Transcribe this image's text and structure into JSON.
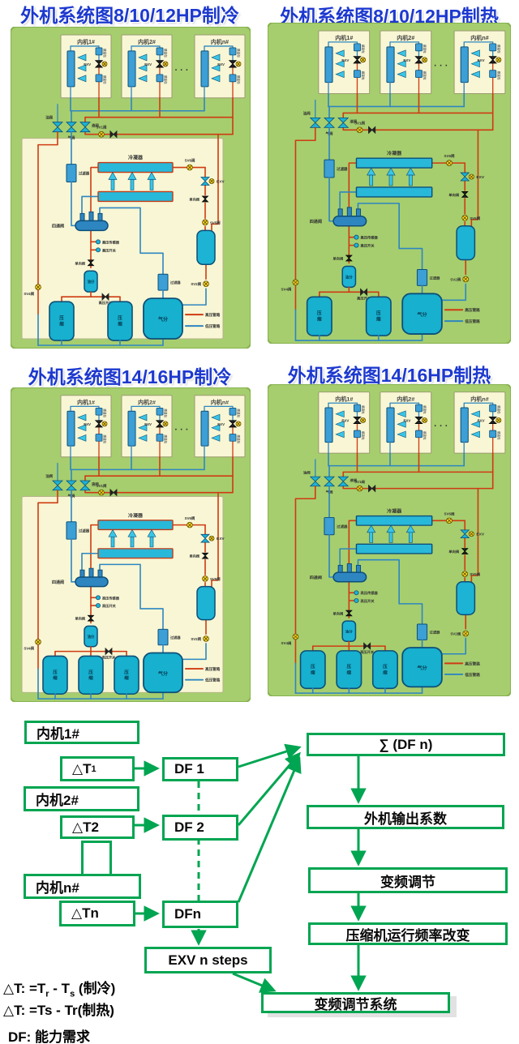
{
  "colors": {
    "title_blue": "#1d39cf",
    "flow_green": "#00a551",
    "pipe_high": "#cf3b12",
    "pipe_low": "#2e86c1",
    "panel_green": "#a6ce6e",
    "cream": "#f8f6d4",
    "component_teal": "#1db3d4",
    "dot_cyan": "#2ab4d8"
  },
  "titles": {
    "top_left": "外机系统图8/10/12HP制冷",
    "top_right": "外机系统图8/10/12HP制热",
    "bottom_left": "外机系统图14/16HP制冷",
    "bottom_right": "外机系统图14/16HP制热"
  },
  "diagram_labels": {
    "indoor_units": [
      "内机1#",
      "内机2#",
      "内机n#"
    ],
    "dots": "· · ·",
    "sensor": "感温包",
    "exv": "EXV",
    "valve_oil": "油阀",
    "valve_gas": "气阀",
    "valve_liquid": "液阀",
    "sv1": "SV1阀",
    "sv2": "SV2阀",
    "sv4": "SV4阀",
    "sv5": "SV5阀",
    "sv6": "SV6阀",
    "filter": "过滤器",
    "condenser": "冷凝器",
    "check_valve": "单向阀",
    "four_way": "四通阀",
    "hp_sensor": "高压传感器",
    "hp_switch": "高压开关",
    "oil_separator": "油分",
    "compressor": "压缩",
    "accumulator": "气分",
    "legend_high": "高压管路",
    "legend_low": "低压管路"
  },
  "diagrams": [
    {
      "id": "tl",
      "mode": "cool",
      "compressors": 2
    },
    {
      "id": "tr",
      "mode": "heat",
      "compressors": 2
    },
    {
      "id": "bl",
      "mode": "cool",
      "compressors": 3
    },
    {
      "id": "br",
      "mode": "heat",
      "compressors": 3
    }
  ],
  "flowchart": {
    "indoor1": "内机1#",
    "dt1_main": "△T",
    "dt1_sub": "1",
    "df1": "DF 1",
    "sum": "∑ (DF n)",
    "indoor2": "内机2#",
    "dt2": "△T2",
    "df2": "DF 2",
    "output_coef": "外机输出系数",
    "indoor_n": "内机n#",
    "dtn": "△Tn",
    "dfn": "DFn",
    "vf": "变频调节",
    "freq_change": "压缩机运行频率改变",
    "exv_steps": "EXV n steps",
    "vf_system": "变频调节系统",
    "note1_a": "△T: =T",
    "note1_sub1": "r",
    "note1_b": " - T",
    "note1_sub2": "s",
    "note1_c": " (制冷)",
    "note2": "△T: =Ts - Tr(制热)",
    "note3": "DF: 能力需求"
  }
}
